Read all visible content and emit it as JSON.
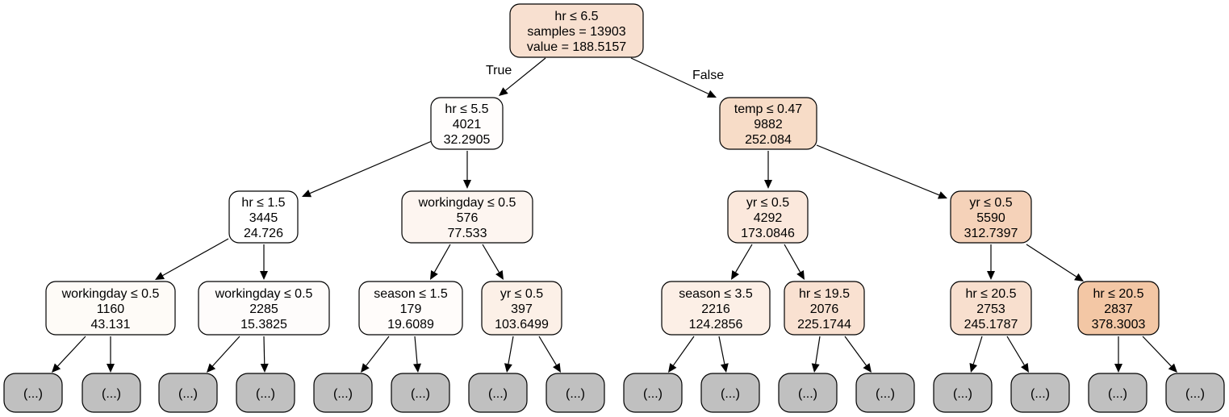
{
  "edge_labels": {
    "true": "True",
    "false": "False"
  },
  "nodes": [
    {
      "lines": [
        "hr ≤ 6.5",
        "samples = 13903",
        "value = 188.5157"
      ],
      "fill": "#f8e0d0"
    },
    {
      "lines": [
        "hr ≤ 5.5",
        "4021",
        "32.2905"
      ],
      "fill": "#fffdfc"
    },
    {
      "lines": [
        "temp ≤ 0.47",
        "9882",
        "252.084"
      ],
      "fill": "#f7dcc7"
    },
    {
      "lines": [
        "hr ≤ 1.5",
        "3445",
        "24.726"
      ],
      "fill": "#ffffff"
    },
    {
      "lines": [
        "workingday ≤ 0.5",
        "576",
        "77.533"
      ],
      "fill": "#fdf5f0"
    },
    {
      "lines": [
        "yr ≤ 0.5",
        "4292",
        "173.0846"
      ],
      "fill": "#fbe8dc"
    },
    {
      "lines": [
        "yr ≤ 0.5",
        "5590",
        "312.7397"
      ],
      "fill": "#f5d2b9"
    },
    {
      "lines": [
        "workingday ≤ 0.5",
        "1160",
        "43.131"
      ],
      "fill": "#fefbf7"
    },
    {
      "lines": [
        "workingday ≤ 0.5",
        "2285",
        "15.3825"
      ],
      "fill": "#fefcfb"
    },
    {
      "lines": [
        "season ≤ 1.5",
        "179",
        "19.6089"
      ],
      "fill": "#fffcfa"
    },
    {
      "lines": [
        "yr ≤ 0.5",
        "397",
        "103.6499"
      ],
      "fill": "#fcf0e7"
    },
    {
      "lines": [
        "season ≤ 3.5",
        "2216",
        "124.2856"
      ],
      "fill": "#fcefe6"
    },
    {
      "lines": [
        "hr ≤ 19.5",
        "2076",
        "225.1744"
      ],
      "fill": "#f9e1d1"
    },
    {
      "lines": [
        "hr ≤ 20.5",
        "2753",
        "245.1787"
      ],
      "fill": "#f8dfce"
    },
    {
      "lines": [
        "hr ≤ 20.5",
        "2837",
        "378.3003"
      ],
      "fill": "#f3c7a5"
    }
  ],
  "leaf_label": "(...)",
  "leaf_fill": "#c0c0c0",
  "leaf_count": 16
}
